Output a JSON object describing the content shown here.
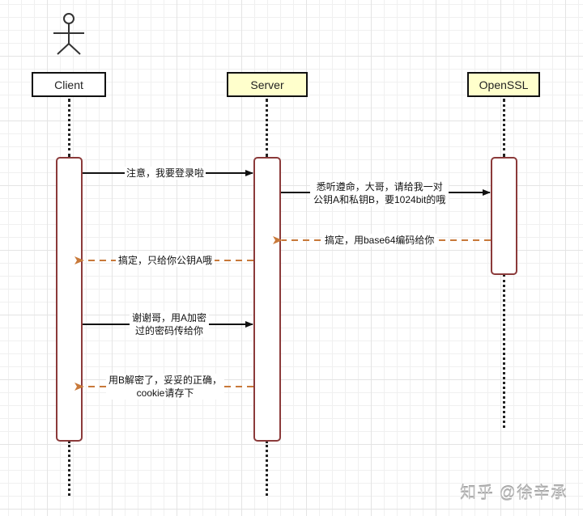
{
  "diagram": {
    "type": "sequence",
    "actor_icon": "stick-figure-icon",
    "participants": [
      {
        "id": "client",
        "label": "Client",
        "style": "white"
      },
      {
        "id": "server",
        "label": "Server",
        "style": "yellow"
      },
      {
        "id": "openssl",
        "label": "OpenSSL",
        "style": "yellow"
      }
    ],
    "messages": [
      {
        "from": "client",
        "to": "server",
        "kind": "sync",
        "lines": [
          "注意，我要登录啦"
        ]
      },
      {
        "from": "server",
        "to": "openssl",
        "kind": "sync",
        "lines": [
          "悉听遵命，大哥，请给我一对",
          "公钥A和私钥B，要1024bit的哦"
        ]
      },
      {
        "from": "openssl",
        "to": "server",
        "kind": "reply",
        "lines": [
          "搞定，用base64编码给你"
        ]
      },
      {
        "from": "server",
        "to": "client",
        "kind": "reply",
        "lines": [
          "搞定，只给你公钥A哦"
        ]
      },
      {
        "from": "client",
        "to": "server",
        "kind": "sync",
        "lines": [
          "谢谢哥，用A加密",
          "过的密码传给你"
        ]
      },
      {
        "from": "server",
        "to": "client",
        "kind": "reply",
        "lines": [
          "用B解密了，妥妥的正确，",
          "cookie请存下"
        ]
      }
    ],
    "colors": {
      "sync_arrow": "#111111",
      "reply_arrow": "#c8793a",
      "activation_border": "#8b3a3a",
      "header_yellow": "#ffffcc"
    }
  },
  "watermark": "知乎 @徐辛承"
}
